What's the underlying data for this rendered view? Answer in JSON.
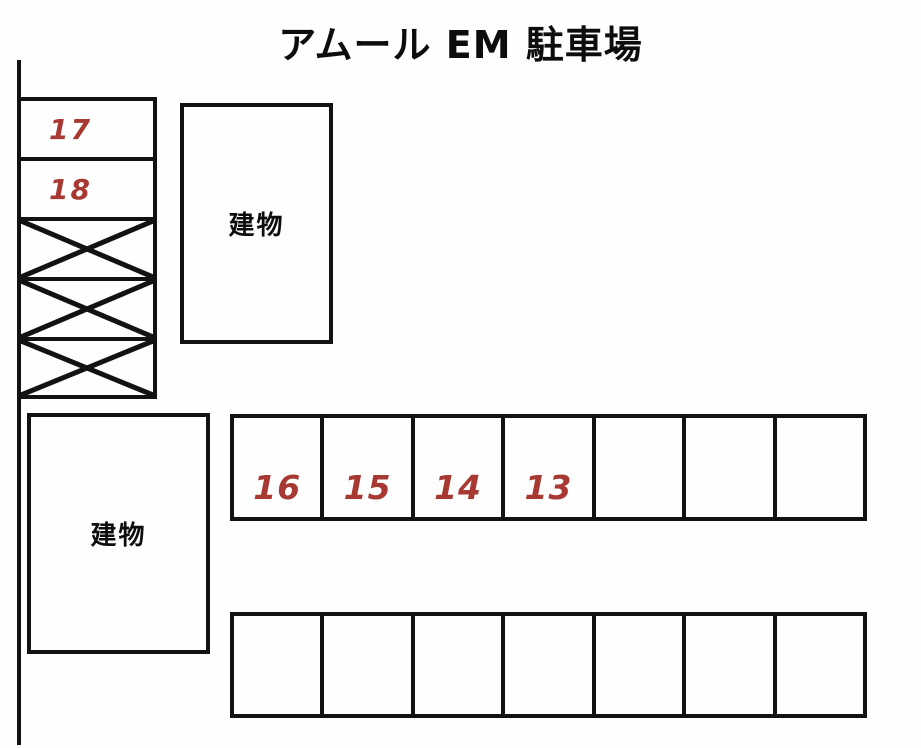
{
  "title": "アムール EM 駐車場",
  "colors": {
    "line_black": "#121212",
    "number_red": "#a83832",
    "background": "#fefefe"
  },
  "buildings": {
    "top": {
      "label": "建物"
    },
    "bottom": {
      "label": "建物"
    }
  },
  "left_column": {
    "spaces": [
      {
        "label": "17",
        "status": "numbered"
      },
      {
        "label": "18",
        "status": "numbered"
      },
      {
        "label": "",
        "status": "blocked"
      },
      {
        "label": "",
        "status": "blocked"
      },
      {
        "label": "",
        "status": "blocked"
      }
    ]
  },
  "middle_row": {
    "spaces": [
      {
        "label": "16",
        "status": "numbered"
      },
      {
        "label": "15",
        "status": "numbered"
      },
      {
        "label": "14",
        "status": "numbered"
      },
      {
        "label": "13",
        "status": "numbered"
      },
      {
        "label": "",
        "status": "empty"
      },
      {
        "label": "",
        "status": "empty"
      },
      {
        "label": "",
        "status": "empty"
      }
    ]
  },
  "bottom_row": {
    "spaces": [
      {
        "label": "",
        "status": "empty"
      },
      {
        "label": "",
        "status": "empty"
      },
      {
        "label": "",
        "status": "empty"
      },
      {
        "label": "",
        "status": "empty"
      },
      {
        "label": "",
        "status": "empty"
      },
      {
        "label": "",
        "status": "empty"
      },
      {
        "label": "",
        "status": "empty"
      }
    ]
  }
}
